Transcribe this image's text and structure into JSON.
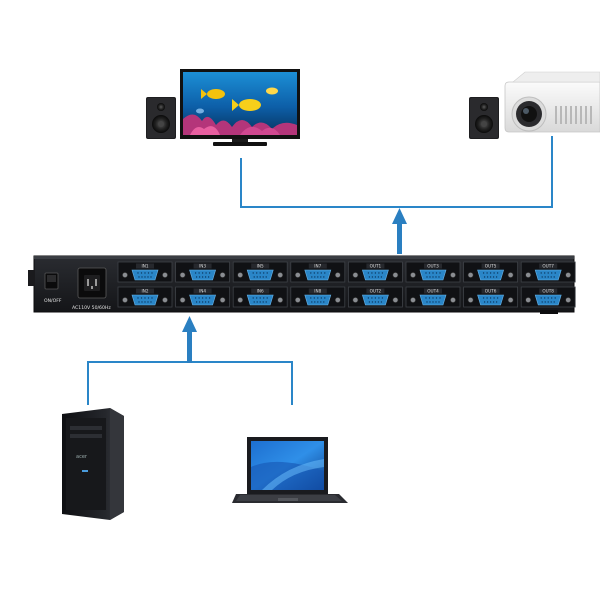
{
  "switch": {
    "power_label": "ON/OFF",
    "ac_label": "AC110V 50/60Hz",
    "top_row_labels": [
      "IN1",
      "IN3",
      "IN5",
      "IN7",
      "OUT1",
      "OUT3",
      "OUT5",
      "OUT7"
    ],
    "bottom_row_labels": [
      "IN2",
      "IN4",
      "IN6",
      "IN8",
      "OUT2",
      "OUT4",
      "OUT6",
      "OUT8"
    ]
  },
  "colors": {
    "connector": "#2a86c8",
    "arrow": "#2a7fc1",
    "chassis": "#1b1d22"
  },
  "devices": {
    "outputs": [
      "tv-icon",
      "speaker-icon",
      "projector-icon"
    ],
    "inputs": [
      "desktop-tower-icon",
      "laptop-icon"
    ]
  }
}
